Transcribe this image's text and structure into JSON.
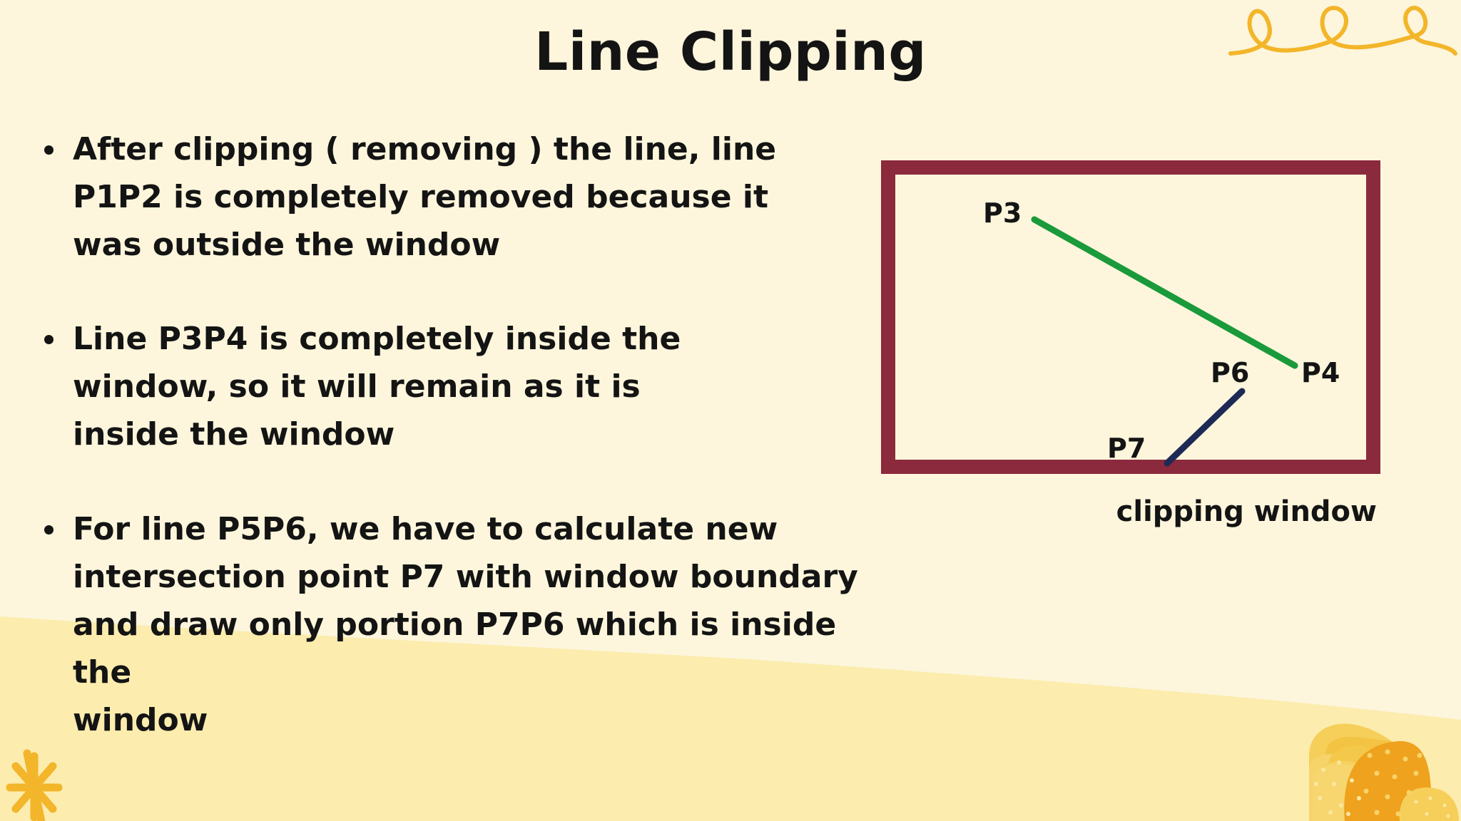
{
  "slide": {
    "title": "Line Clipping",
    "bullets": [
      {
        "text": "After clipping ( removing ) the line, line\nP1P2 is completely removed because it\nwas outside the window"
      },
      {
        "text": "Line P3P4 is completely inside the\nwindow, so it will remain as it is\ninside the window"
      },
      {
        "text": "For line P5P6, we have to calculate  new\nintersection point P7 with window boundary\nand draw only portion P7P6 which is inside the\nwindow"
      }
    ]
  },
  "diagram": {
    "caption": "clipping window",
    "labels": {
      "p3": "P3",
      "p4": "P4",
      "p6": "P6",
      "p7": "P7"
    }
  },
  "colors": {
    "background": "#fdf6dc",
    "wave": "#fbeaa6",
    "window_border": "#8b2a3c",
    "line_p3p4": "#1a9a3a",
    "line_p7p6": "#1e2a55",
    "decor_yellow": "#f3b52a"
  },
  "icons": [
    "squiggle-decoration",
    "star-burst-icon",
    "bush-decoration"
  ]
}
